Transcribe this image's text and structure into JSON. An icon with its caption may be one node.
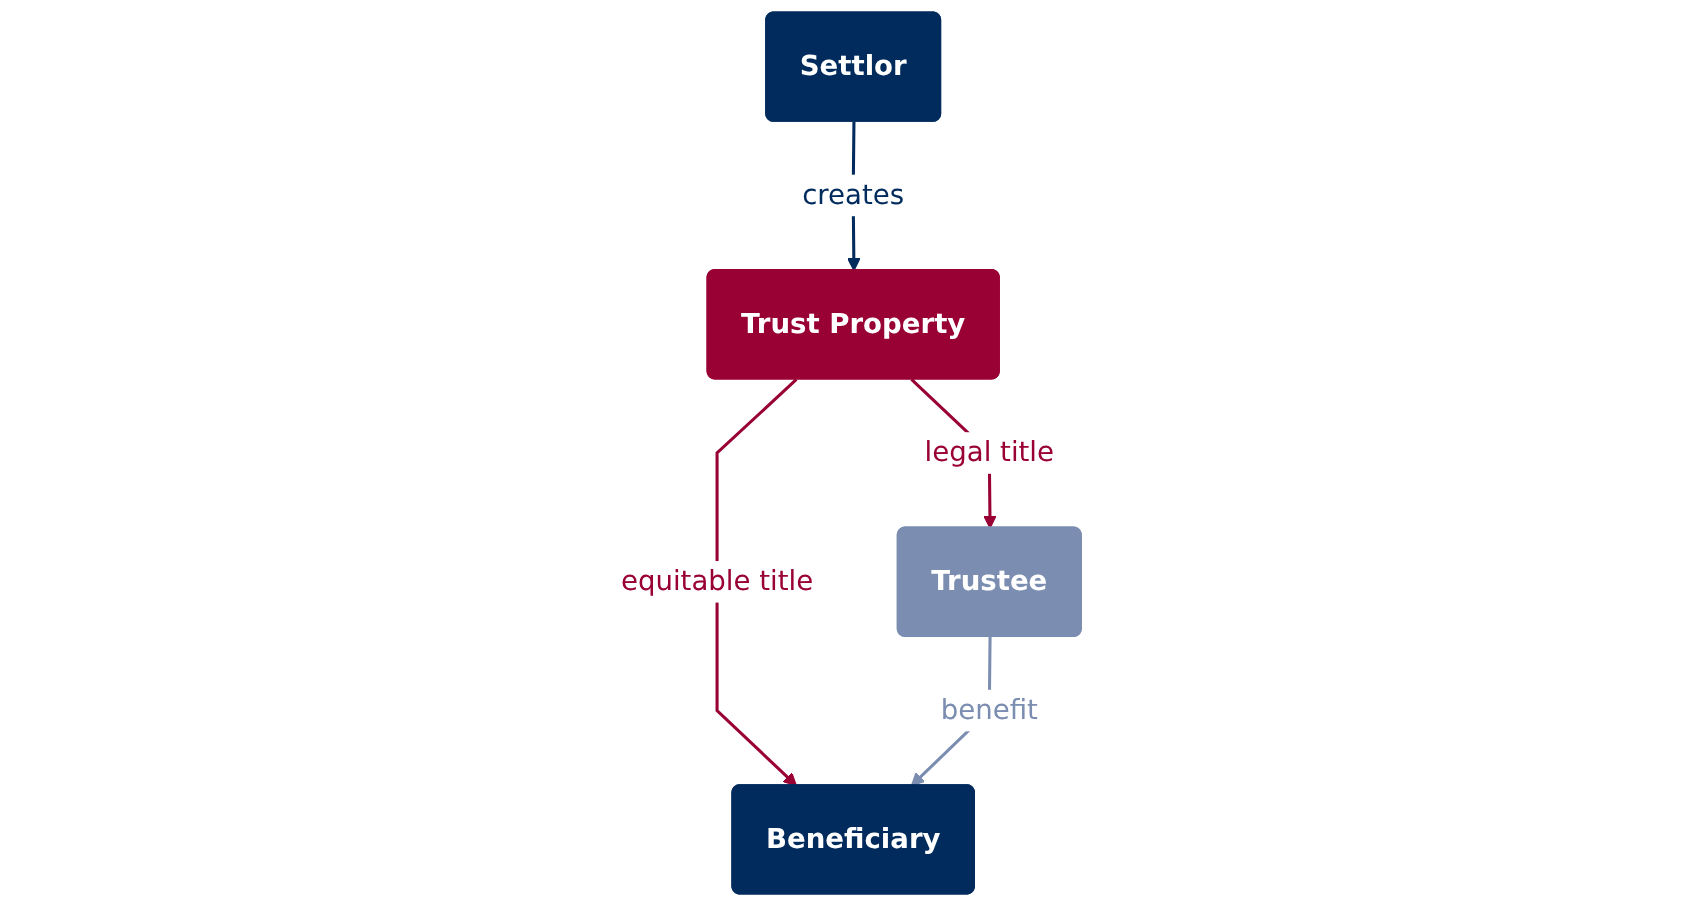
{
  "diagram": {
    "nodes": [
      {
        "text": [
          "Settlor"
        ]
      },
      {
        "text": [
          "Trust Property"
        ]
      },
      {
        "text": [
          "Trustee"
        ]
      },
      {
        "text": [
          "Beneficiary"
        ]
      }
    ],
    "edges": [
      {
        "from": 0,
        "to": 1,
        "arrow": "to",
        "label": "creates",
        "color": "#002b5c"
      },
      {
        "from": 1,
        "to": 2,
        "arrow": "to",
        "label": "legal title",
        "color": "#990033"
      },
      {
        "from": 1,
        "to": 3,
        "arrow": "to",
        "label": "equitable title",
        "color": "#990033"
      },
      {
        "from": 2,
        "to": 3,
        "arrow": "to",
        "label": "benefit",
        "color": "#7b8db0"
      }
    ]
  }
}
